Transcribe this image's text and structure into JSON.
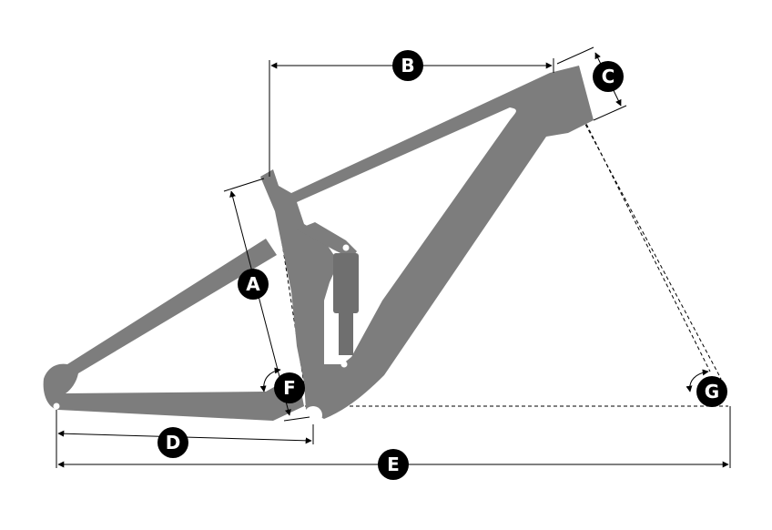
{
  "labels": {
    "A": "A",
    "B": "B",
    "C": "C",
    "D": "D",
    "E": "E",
    "F": "F",
    "G": "G"
  },
  "colors": {
    "frame": "#7d7d7d",
    "lines": "#000000",
    "badge": "#000000",
    "badge_text": "#ffffff"
  }
}
